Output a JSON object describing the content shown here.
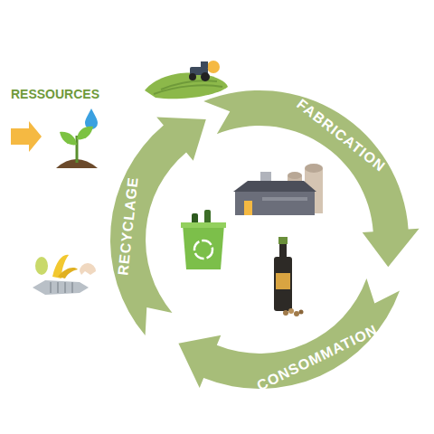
{
  "diagram": {
    "nodes": [
      {
        "text": [
          "FABRICATION"
        ]
      },
      {
        "text": [
          "CONSOMMATION"
        ]
      },
      {
        "text": [
          "RECYCLAGE"
        ]
      }
    ],
    "labels": [
      "RESSOURCES"
    ]
  }
}
